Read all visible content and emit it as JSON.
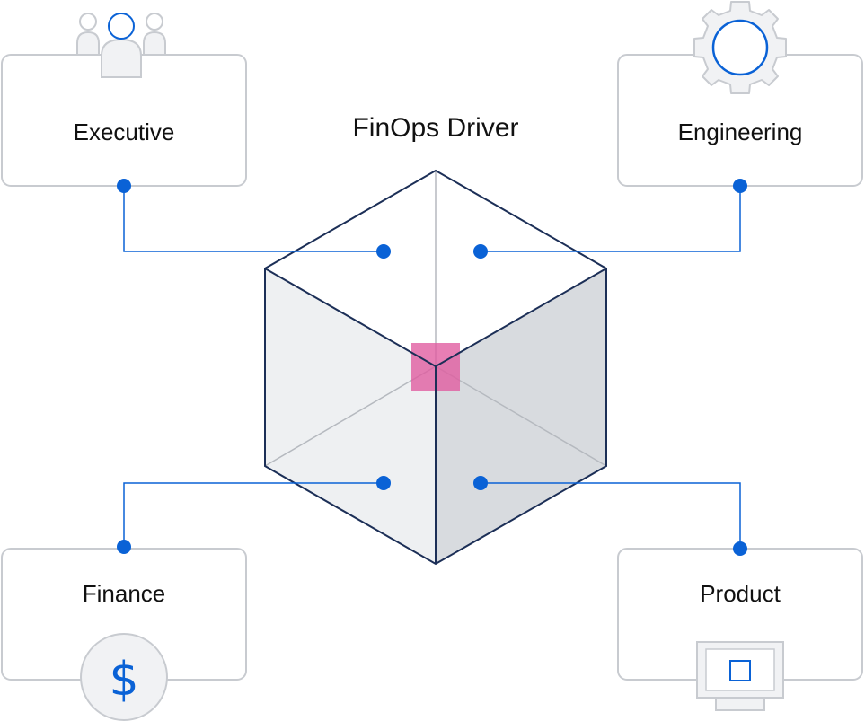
{
  "diagram": {
    "title": "FinOps Driver",
    "nodes": [
      {
        "id": "executive",
        "label": "Executive",
        "icon": "people-icon"
      },
      {
        "id": "engineering",
        "label": "Engineering",
        "icon": "gear-icon"
      },
      {
        "id": "finance",
        "label": "Finance",
        "icon": "dollar-icon"
      },
      {
        "id": "product",
        "label": "Product",
        "icon": "monitor-icon"
      }
    ],
    "center": {
      "shape": "cube",
      "icon": "cube-icon"
    },
    "colors": {
      "connector": "#0a62d6",
      "cube_edge": "#1c2f57",
      "box_border": "#c8cbd0",
      "icon_gray": "#c8cbd0",
      "icon_fill": "#f1f2f4",
      "accent": "#e05a9f"
    }
  }
}
